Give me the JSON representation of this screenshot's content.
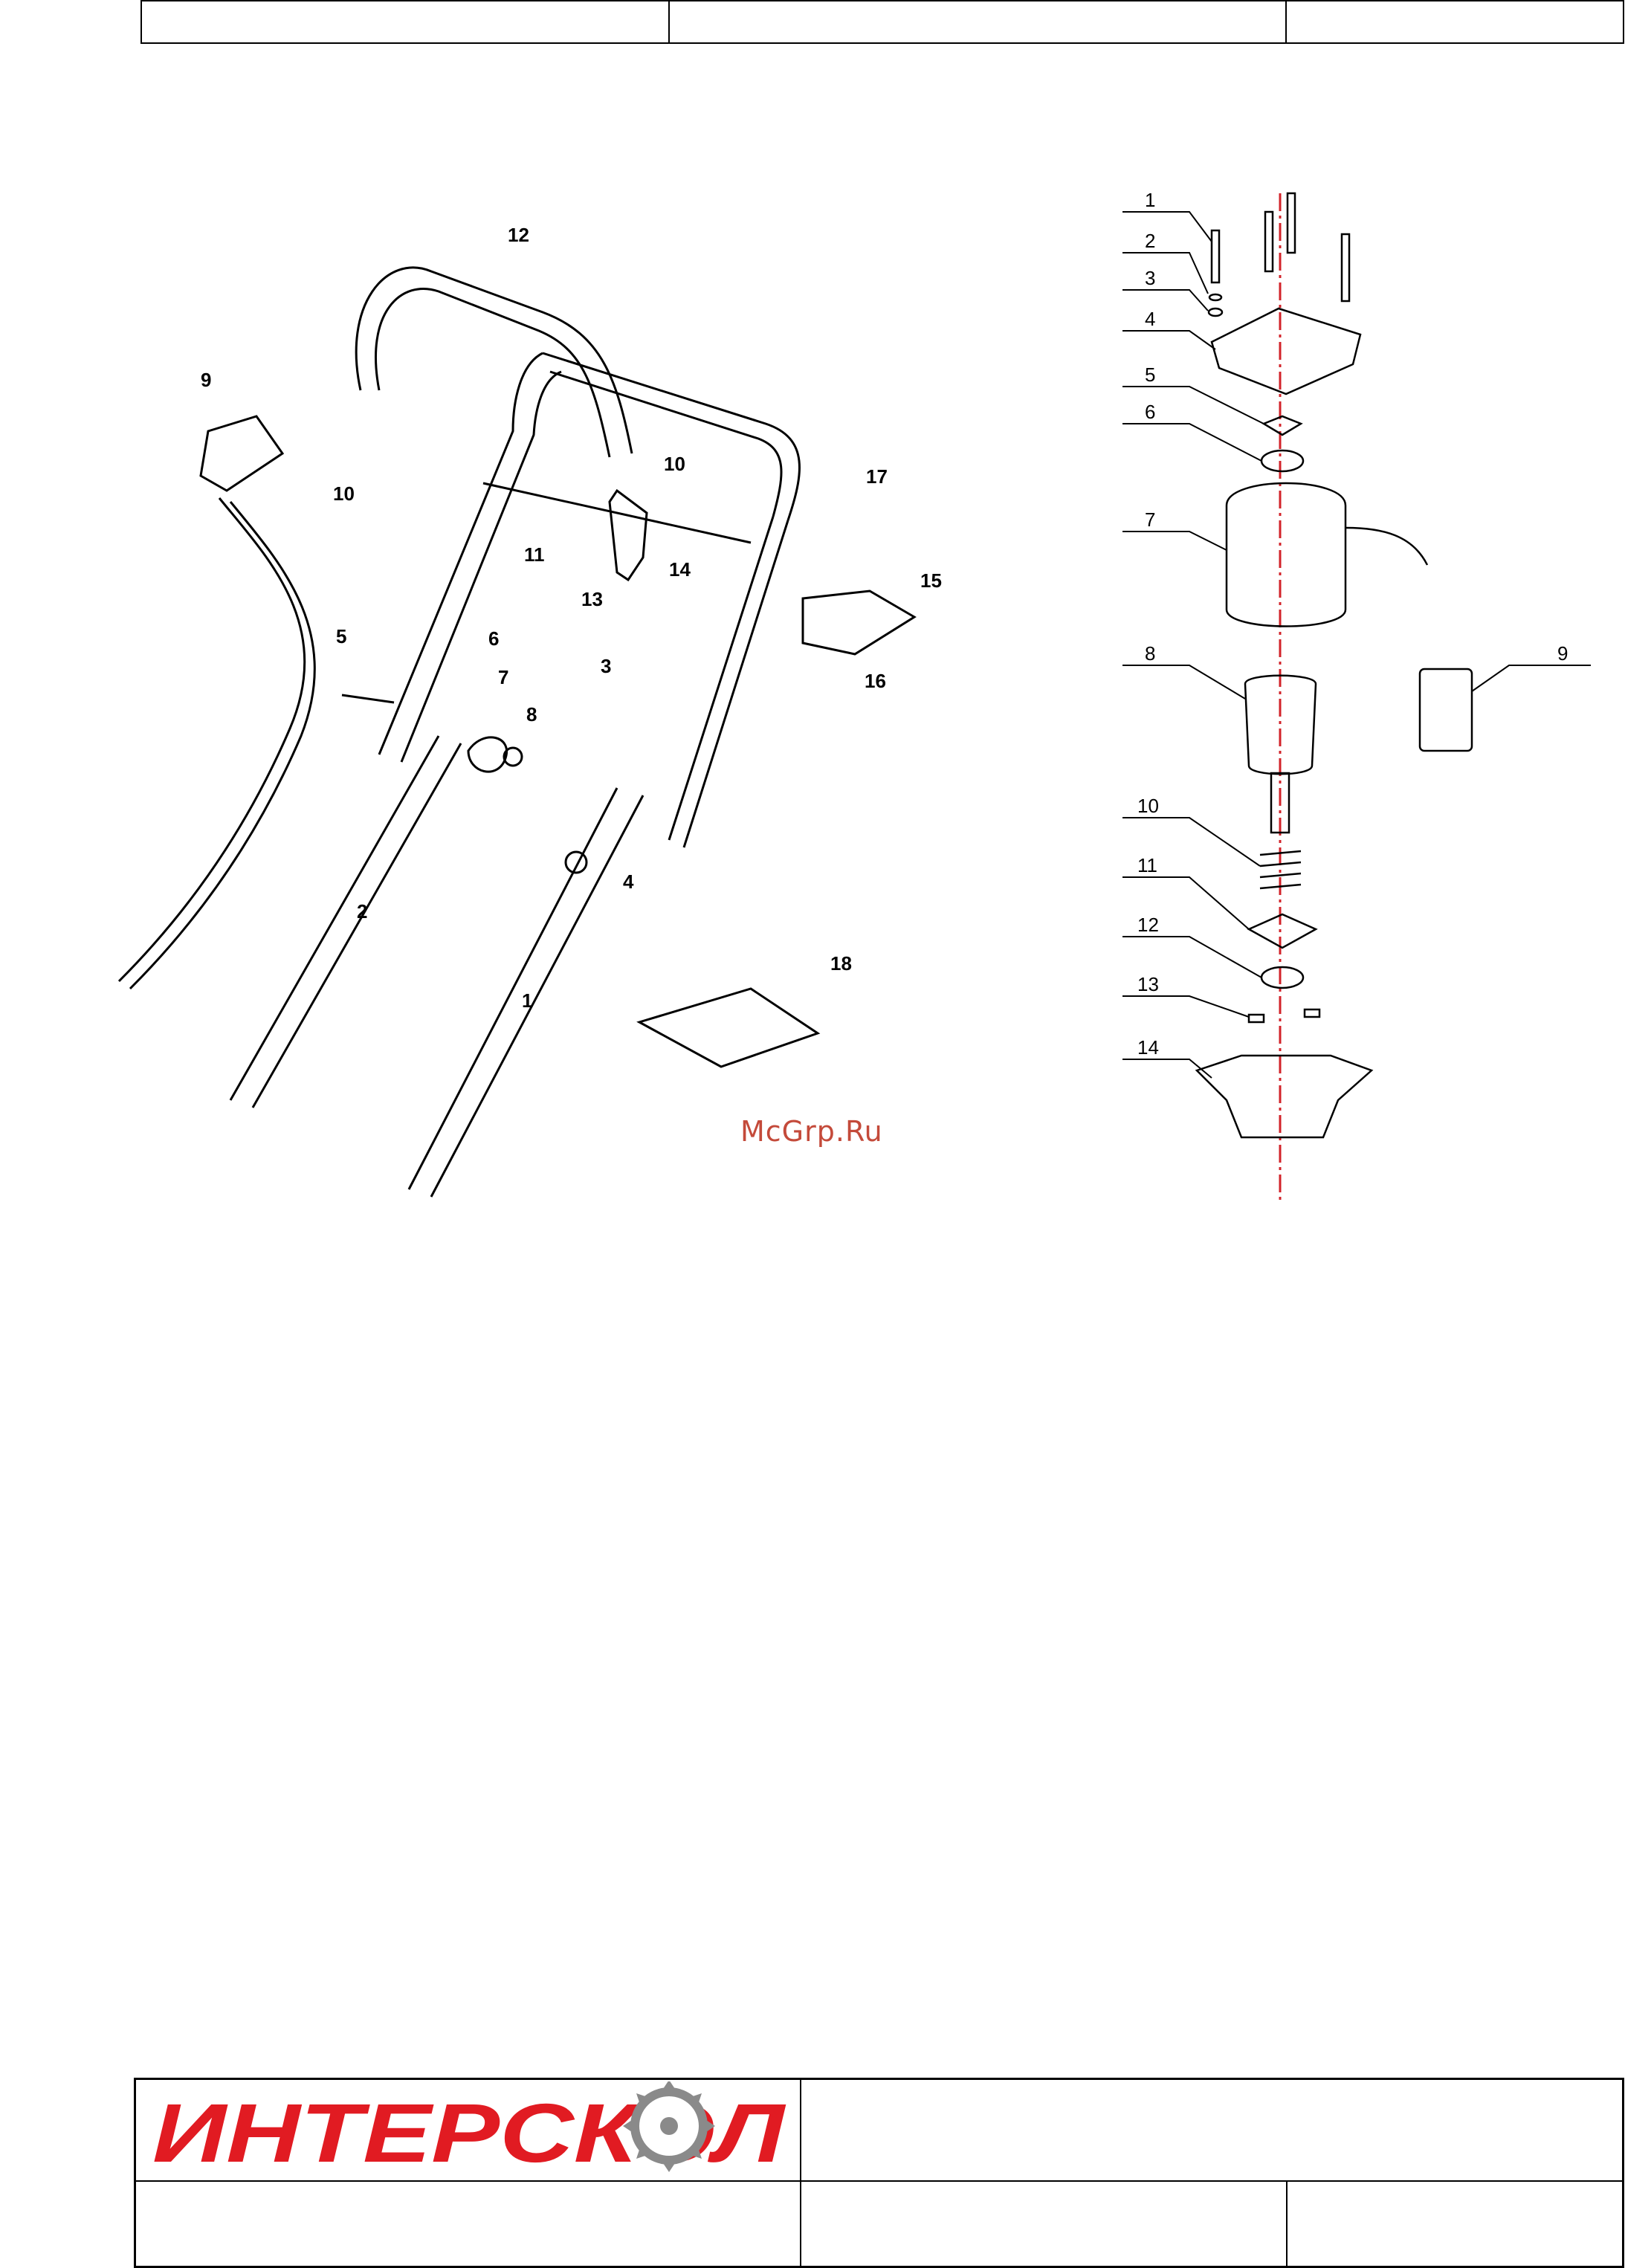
{
  "header": {
    "cells": [
      "",
      "",
      ""
    ]
  },
  "left_diagram": {
    "labels": [
      "12",
      "9",
      "10",
      "10",
      "17",
      "11",
      "15",
      "13",
      "14",
      "16",
      "5",
      "6",
      "3",
      "7",
      "8",
      "4",
      "2",
      "18",
      "1"
    ]
  },
  "right_diagram": {
    "labels": [
      "1",
      "2",
      "3",
      "4",
      "5",
      "6",
      "7",
      "8",
      "9",
      "10",
      "11",
      "12",
      "13",
      "14"
    ]
  },
  "watermark": "McGrp.Ru",
  "footer": {
    "logo_text": "ИНТЕРСКОЛ",
    "cells": [
      "",
      "",
      "",
      ""
    ]
  },
  "colors": {
    "brand_red": "#e11b22",
    "axis_red": "#d2232a",
    "line": "#000000"
  }
}
